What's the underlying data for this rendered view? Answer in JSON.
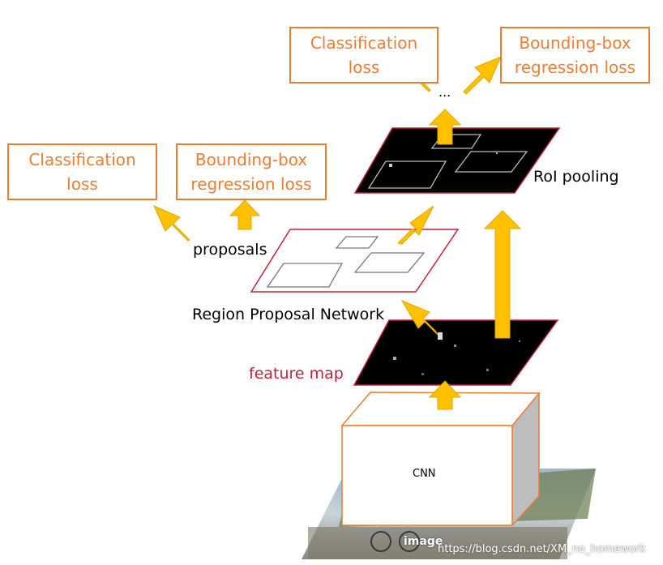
{
  "top_losses": {
    "classification": [
      "Classification",
      "loss"
    ],
    "bbox": [
      "Bounding-box",
      "regression loss"
    ]
  },
  "rpn_losses": {
    "classification": [
      "Classification",
      "loss"
    ],
    "bbox": [
      "Bounding-box",
      "regression loss"
    ]
  },
  "labels": {
    "ellipsis": "...",
    "roi_pooling": "RoI pooling",
    "proposals": "proposals",
    "rpn": "Region Proposal Network",
    "feature_map": "feature map",
    "cnn": "CNN",
    "image": "image",
    "watermark": "https://blog.csdn.net/XM_no_homework"
  },
  "colors": {
    "loss_border": "#ED7D31",
    "arrow": "#FFC000",
    "proposal_border": "#C0223A",
    "feature_map_label": "#C0223A"
  }
}
